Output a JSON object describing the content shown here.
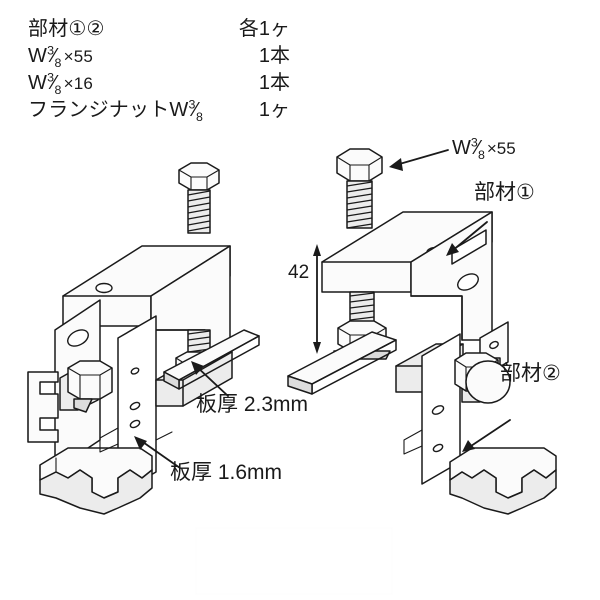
{
  "parts_list": {
    "rows": [
      {
        "name_prefix": "部材①②",
        "name_kind": "plain",
        "qty": "各1ヶ"
      },
      {
        "name_prefix": "W",
        "name_kind": "frac",
        "num": "3",
        "den": "8",
        "suffix": "×55",
        "qty": "1本"
      },
      {
        "name_prefix": "W",
        "name_kind": "frac",
        "num": "3",
        "den": "8",
        "suffix": "×16",
        "qty": "1本"
      },
      {
        "name_prefix": "フランジナットW",
        "name_kind": "frac_tail",
        "num": "3",
        "den": "8",
        "suffix": "",
        "qty": "1ヶ"
      }
    ]
  },
  "annotations": {
    "bolt_label": {
      "prefix": "W",
      "num": "3",
      "den": "8",
      "suffix": "×55"
    },
    "member1_label": "部材①",
    "member2_label": "部材②",
    "dimension_42": "42",
    "thickness_23": "板厚 2.3mm",
    "thickness_16": "板厚 1.6mm"
  },
  "colors": {
    "outline": "#1a1a1a",
    "shade_light": "#fbfbfb",
    "shade_mid": "#ececec",
    "shade_dark": "#dcdcdc",
    "background": "#ffffff"
  },
  "figure": {
    "left_view_name": "clamp-assembly-left-view",
    "right_view_name": "clamp-assembly-right-view"
  }
}
